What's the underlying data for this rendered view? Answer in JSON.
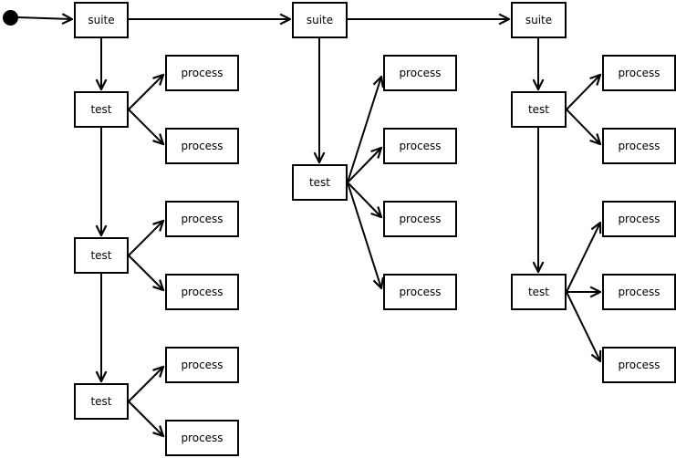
{
  "diagram": {
    "type": "state-flow-diagram",
    "colors": {
      "background": "#ffffff",
      "node_fill": "#ffffff",
      "node_stroke": "#000000",
      "edge_stroke": "#000000",
      "text": "#000000"
    },
    "start_node": {
      "shape": "filled-circle",
      "meaning": "initial-state"
    },
    "columns": [
      {
        "suite": {
          "label": "suite"
        },
        "tests": [
          {
            "label": "test",
            "processes": [
              {
                "label": "process"
              },
              {
                "label": "process"
              }
            ]
          },
          {
            "label": "test",
            "processes": [
              {
                "label": "process"
              },
              {
                "label": "process"
              }
            ]
          },
          {
            "label": "test",
            "processes": [
              {
                "label": "process"
              },
              {
                "label": "process"
              }
            ]
          }
        ]
      },
      {
        "suite": {
          "label": "suite"
        },
        "tests": [
          {
            "label": "test",
            "processes": [
              {
                "label": "process"
              },
              {
                "label": "process"
              },
              {
                "label": "process"
              },
              {
                "label": "process"
              }
            ]
          }
        ]
      },
      {
        "suite": {
          "label": "suite"
        },
        "tests": [
          {
            "label": "test",
            "processes": [
              {
                "label": "process"
              },
              {
                "label": "process"
              }
            ]
          },
          {
            "label": "test",
            "processes": [
              {
                "label": "process"
              },
              {
                "label": "process"
              },
              {
                "label": "process"
              }
            ]
          }
        ]
      }
    ]
  }
}
